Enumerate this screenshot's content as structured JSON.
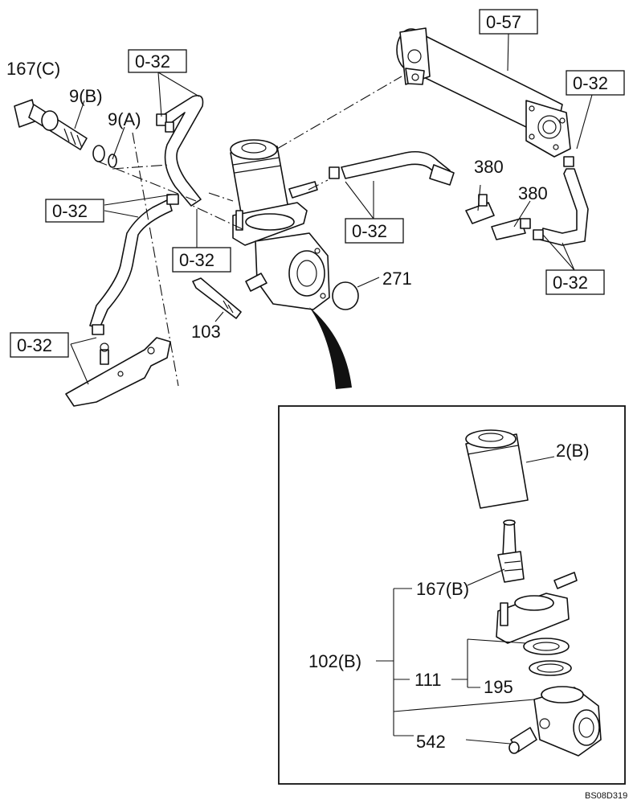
{
  "labels": {
    "l167c": "167(C)",
    "l9b": "9(B)",
    "l9a": "9(A)",
    "ref_top_left": "0-32",
    "ref_0_57": "0-57",
    "ref_top_right": "0-32",
    "ref_left_mid": "0-32",
    "ref_center": "0-32",
    "ref_center_right": "0-32",
    "ref_right_low": "0-32",
    "ref_bottom_left": "0-32",
    "l380a": "380",
    "l380b": "380",
    "l271": "271",
    "l103": "103",
    "l2b": "2(B)",
    "l167b": "167(B)",
    "l102b": "102(B)",
    "l111": "111",
    "l195": "195",
    "l542": "542",
    "drawing_code": "BS08D319"
  }
}
